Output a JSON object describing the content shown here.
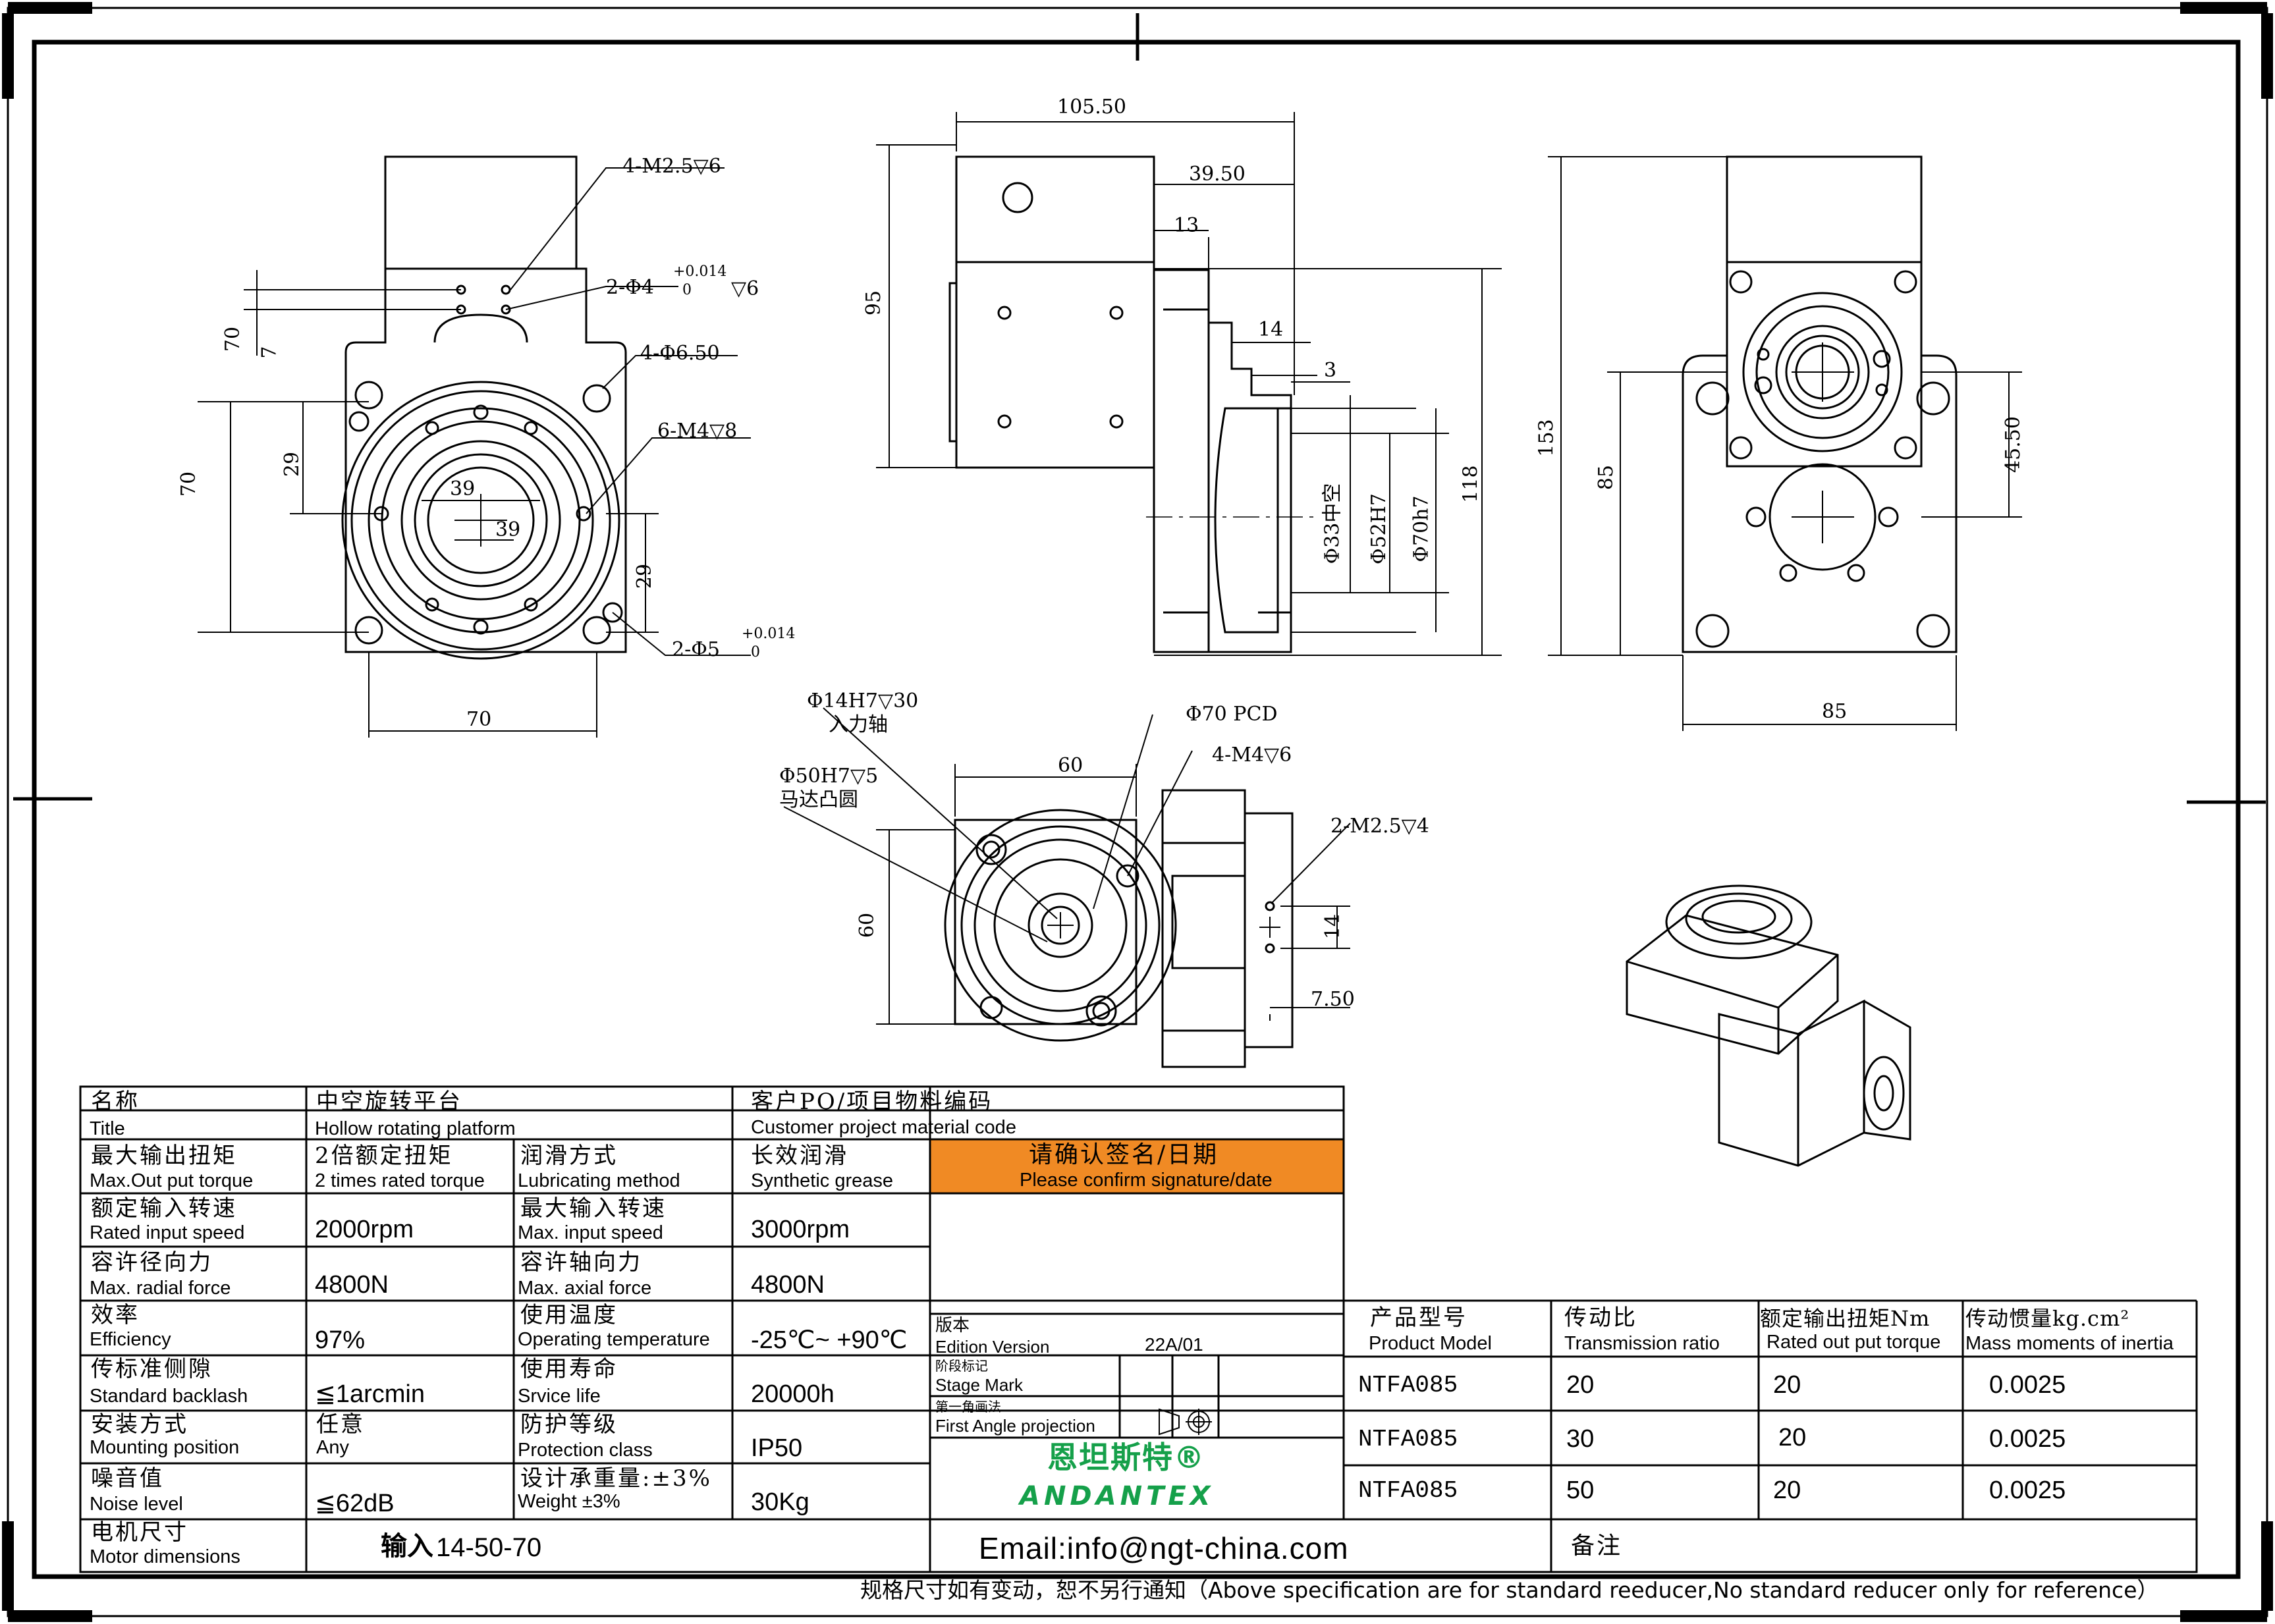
{
  "dimensions": {
    "front": {
      "m25_holes": "4-M2.5▽6",
      "pin_holes": "2-Φ4",
      "tol_plus": "+0.014",
      "tol_zero": "0",
      "pin_depth": "▽6",
      "through_holes": "4-Φ6.50",
      "m4_holes": "6-M4▽8",
      "pin5": "2-Φ5",
      "tol5_plus": "+0.014",
      "tol5_zero": "0",
      "d70_left": "70",
      "d7": "7",
      "d70_vert": "70",
      "d29": "29",
      "d39a": "39",
      "d39b": "39",
      "d29b": "29",
      "d70_bottom": "70"
    },
    "side": {
      "d105": "105.50",
      "d39_50": "39.50",
      "d13": "13",
      "d95": "95",
      "d14": "14",
      "d3": "3",
      "d33": "Φ33中空",
      "d52": "Φ52H7",
      "d70h7": "Φ70h7",
      "d118": "118"
    },
    "rear": {
      "d153": "153",
      "d85v": "85",
      "d45": "45.50",
      "d85h": "85"
    },
    "input": {
      "shaft": "Φ14H7▽30",
      "shaft_cn": "入力轴",
      "motor": "Φ50H7▽5",
      "motor_cn": "马达凸圆",
      "pcd": "Φ70 PCD",
      "m4": "4-M4▽6",
      "d60h": "60",
      "d60v": "60",
      "m25": "2-M2.5▽4",
      "d14": "14",
      "d7_50": "7.50"
    }
  },
  "table": {
    "r1": {
      "name_cn": "名称",
      "name_en": "Title",
      "value_cn": "中空旋转平台",
      "value_en": "Hollow rotating platform",
      "cust_cn": "客户PO/项目物料编码",
      "cust_en": "Customer project material code"
    },
    "r2": {
      "a_cn": "最大输出扭矩",
      "a_en": "Max.Out put torque",
      "a_v_cn": "2倍额定扭矩",
      "a_v_en": "2 times rated torque",
      "b_cn": "润滑方式",
      "b_en": "Lubricating method",
      "b_v_cn": "长效润滑",
      "b_v_en": "Synthetic grease",
      "confirm_cn": "请确认签名/日期",
      "confirm_en": "Please confirm signature/date"
    },
    "r3": {
      "a_cn": "额定输入转速",
      "a_en": "Rated input speed",
      "a_v": "2000rpm",
      "b_cn": "最大输入转速",
      "b_en": "Max. input speed",
      "b_v": "3000rpm"
    },
    "r4": {
      "a_cn": "容许径向力",
      "a_en": "Max. radial force",
      "a_v": "4800N",
      "b_cn": "容许轴向力",
      "b_en": "Max. axial force",
      "b_v": "4800N"
    },
    "r5": {
      "a_cn": "效率",
      "a_en": "Efficiency",
      "a_v": "97%",
      "b_cn": "使用温度",
      "b_en": "Operating temperature",
      "b_v": "-25℃~ +90℃"
    },
    "r6": {
      "a_cn": "传标准侧隙",
      "a_en": "Standard backlash",
      "a_v": "≦1arcmin",
      "b_cn": "使用寿命",
      "b_en": "Srvice life",
      "b_v": "20000h"
    },
    "r7": {
      "a_cn": "安装方式",
      "a_en": "Mounting position",
      "a_v_cn": "任意",
      "a_v_en": "Any",
      "b_cn": "防护等级",
      "b_en": "Protection class",
      "b_v": "IP50"
    },
    "r8": {
      "a_cn": "噪音值",
      "a_en": "Noise level",
      "a_v": "≦62dB",
      "b_cn": "设计承重量:±3%",
      "b_en": "Weight ±3%",
      "b_v": "30Kg"
    },
    "r9": {
      "a_cn": "电机尺寸",
      "a_en": "Motor dimensions",
      "a_v_bold": "输入",
      "a_v": "14-50-70",
      "email": "Email:info@ngt-china.com",
      "remark": "备注"
    },
    "edition": {
      "cn": "版本",
      "en": "Edition Version",
      "value": "22A/01"
    },
    "stage": {
      "cn": "阶段标记",
      "en": "Stage Mark"
    },
    "angle": {
      "cn": "第一角画法",
      "en": "First Angle projection"
    },
    "logo": {
      "cn": "恩坦斯特®",
      "en": "ANDANTEX"
    },
    "product_header": {
      "model_cn": "产品型号",
      "model_en": "Product Model",
      "ratio_cn": "传动比",
      "ratio_en": "Transmission ratio",
      "torque_cn": "额定输出扭矩Nm",
      "torque_en": "Rated out put torque",
      "inertia_cn": "传动惯量kg.cm²",
      "inertia_en": "Mass moments of inertia"
    },
    "products": [
      {
        "model": "NTFA085",
        "ratio": "20",
        "torque": "20",
        "inertia": "0.0025"
      },
      {
        "model": "NTFA085",
        "ratio": "30",
        "torque": "20",
        "inertia": "0.0025"
      },
      {
        "model": "NTFA085",
        "ratio": "50",
        "torque": "20",
        "inertia": "0.0025"
      }
    ],
    "footnote": "规格尺寸如有变动，恕不另行通知（Above specification are for standard reeducer,No standard reducer only for reference）"
  },
  "colors": {
    "confirm_bg": "#F08A24",
    "logo_green": "#15A04A"
  }
}
